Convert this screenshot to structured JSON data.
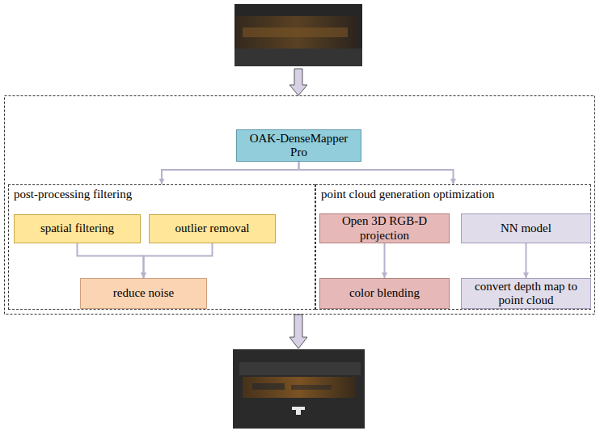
{
  "diagram": {
    "nodes": [
      {
        "text": [
          "OAK-DenseMapper Pro"
        ]
      },
      {
        "text": [
          "post-processing filtering"
        ]
      },
      {
        "text": [
          "spatial filtering"
        ],
        "in": 1
      },
      {
        "text": [
          "outlier removal"
        ],
        "in": 1
      },
      {
        "text": [
          "reduce noise"
        ],
        "in": 1
      },
      {
        "text": [
          "point cloud generation optimization"
        ]
      },
      {
        "text": [
          "Open 3D RGB-D projection"
        ],
        "in": 5
      },
      {
        "text": [
          "NN model"
        ],
        "in": 5
      },
      {
        "text": [
          "color blending"
        ],
        "in": 5
      },
      {
        "text": [
          "convert depth map to point cloud"
        ],
        "in": 5
      }
    ],
    "edges": [
      {
        "from": 0,
        "to": 1,
        "arrow": "to"
      },
      {
        "from": 0,
        "to": 5,
        "arrow": "to"
      },
      {
        "from": 2,
        "to": 4,
        "arrow": "to"
      },
      {
        "from": 3,
        "to": 4,
        "arrow": "to"
      },
      {
        "from": 6,
        "to": 8,
        "arrow": "to"
      },
      {
        "from": 7,
        "to": 9,
        "arrow": "to"
      }
    ]
  }
}
